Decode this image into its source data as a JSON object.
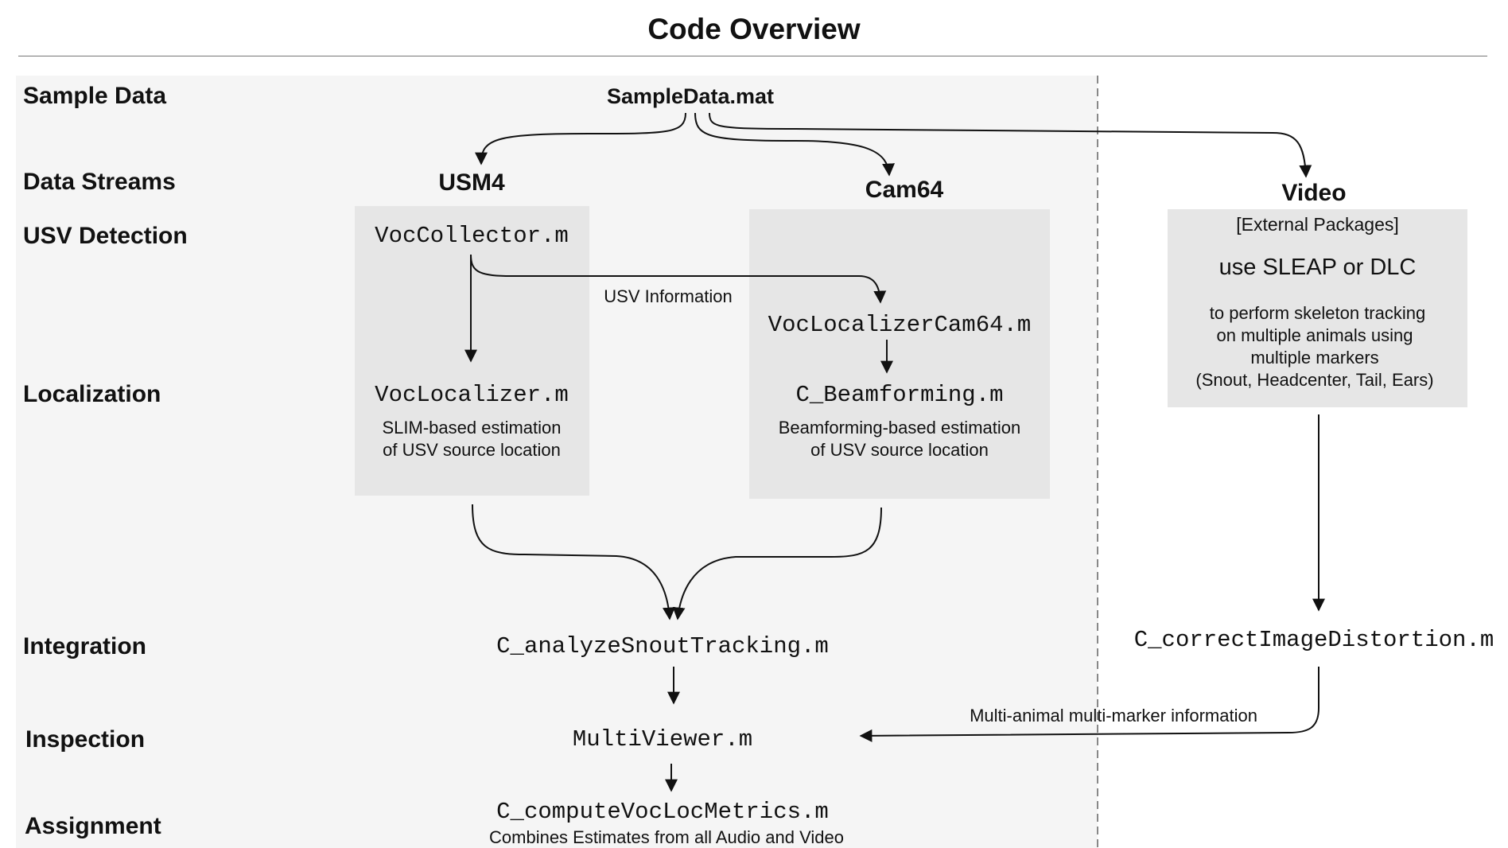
{
  "title": "Code Overview",
  "rows": {
    "sample_data": "Sample Data",
    "data_streams": "Data Streams",
    "usv_detection": "USV Detection",
    "localization": "Localization",
    "integration": "Integration",
    "inspection": "Inspection",
    "assignment": "Assignment"
  },
  "source": {
    "label": "SampleData.mat"
  },
  "streams": {
    "usm4": "USM4",
    "cam64": "Cam64",
    "video": "Video"
  },
  "usm4": {
    "detector": "VocCollector.m",
    "localizer": "VocLocalizer.m",
    "desc_line1": "SLIM-based estimation",
    "desc_line2": "of USV source location"
  },
  "cam64": {
    "localizer": "VocLocalizerCam64.m",
    "beamformer": "C_Beamforming.m",
    "desc_line1": "Beamforming-based estimation",
    "desc_line2": "of USV source location"
  },
  "usv_info_label": "USV Information",
  "video": {
    "external": "[External Packages]",
    "tool": "use SLEAP or DLC",
    "desc_line1": "to perform skeleton tracking",
    "desc_line2": "on multiple animals using",
    "desc_line3": "multiple markers",
    "desc_line4": "(Snout, Headcenter, Tail, Ears)",
    "distortion": "C_correctImageDistortion.m"
  },
  "integration": {
    "script": "C_analyzeSnoutTracking.m"
  },
  "inspection": {
    "script": "MultiViewer.m"
  },
  "marker_info_label": "Multi-animal multi-marker information",
  "assignment": {
    "script": "C_computeVocLocMetrics.m",
    "desc": "Combines Estimates from all Audio and Video"
  }
}
